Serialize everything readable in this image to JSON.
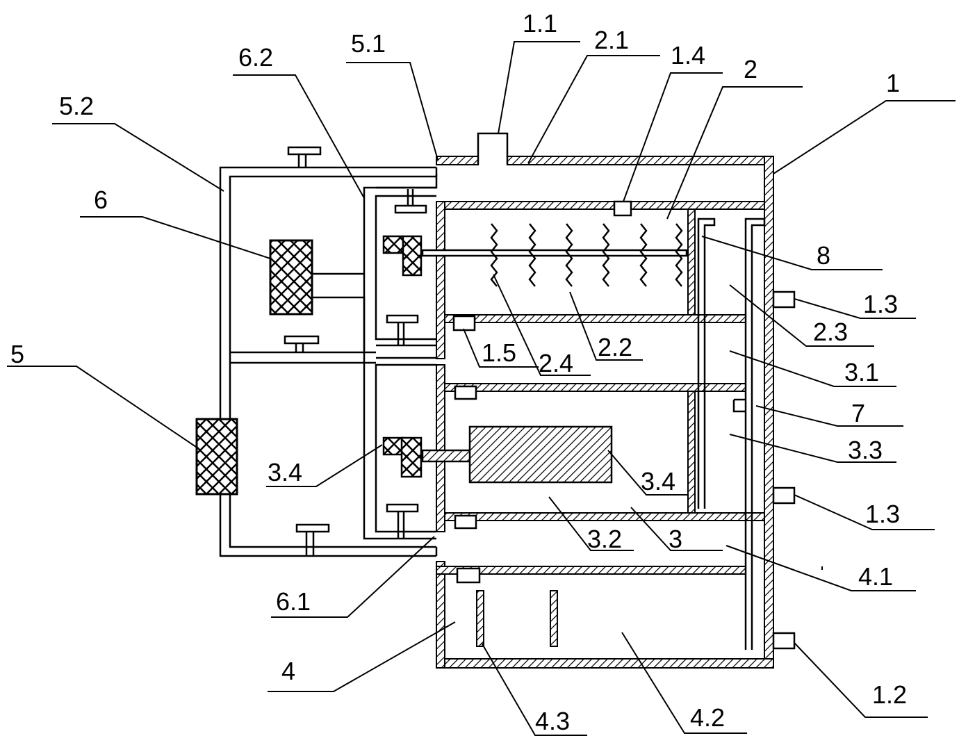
{
  "labels": {
    "l_1_1": "1.1",
    "l_5_1": "5.1",
    "l_2_1": "2.1",
    "l_1_4": "1.4",
    "l_2": "2",
    "l_1": "1",
    "l_6_2": "6.2",
    "l_5_2": "5.2",
    "l_6": "6",
    "l_8": "8",
    "l_1_3_top": "1.3",
    "l_2_3": "2.3",
    "l_5": "5",
    "l_1_5": "1.5",
    "l_2_4": "2.4",
    "l_2_2": "2.2",
    "l_3_1": "3.1",
    "l_7": "7",
    "l_3_3": "3.3",
    "l_3_4_left": "3.4",
    "l_3_4_right": "3.4",
    "l_1_3_bottom": "1.3",
    "l_3_2": "3.2",
    "l_3": "3",
    "l_4_1": "4.1",
    "l_6_1": "6.1",
    "l_4": "4",
    "l_1_2": "1.2",
    "l_4_3": "4.3",
    "l_4_2": "4.2"
  }
}
